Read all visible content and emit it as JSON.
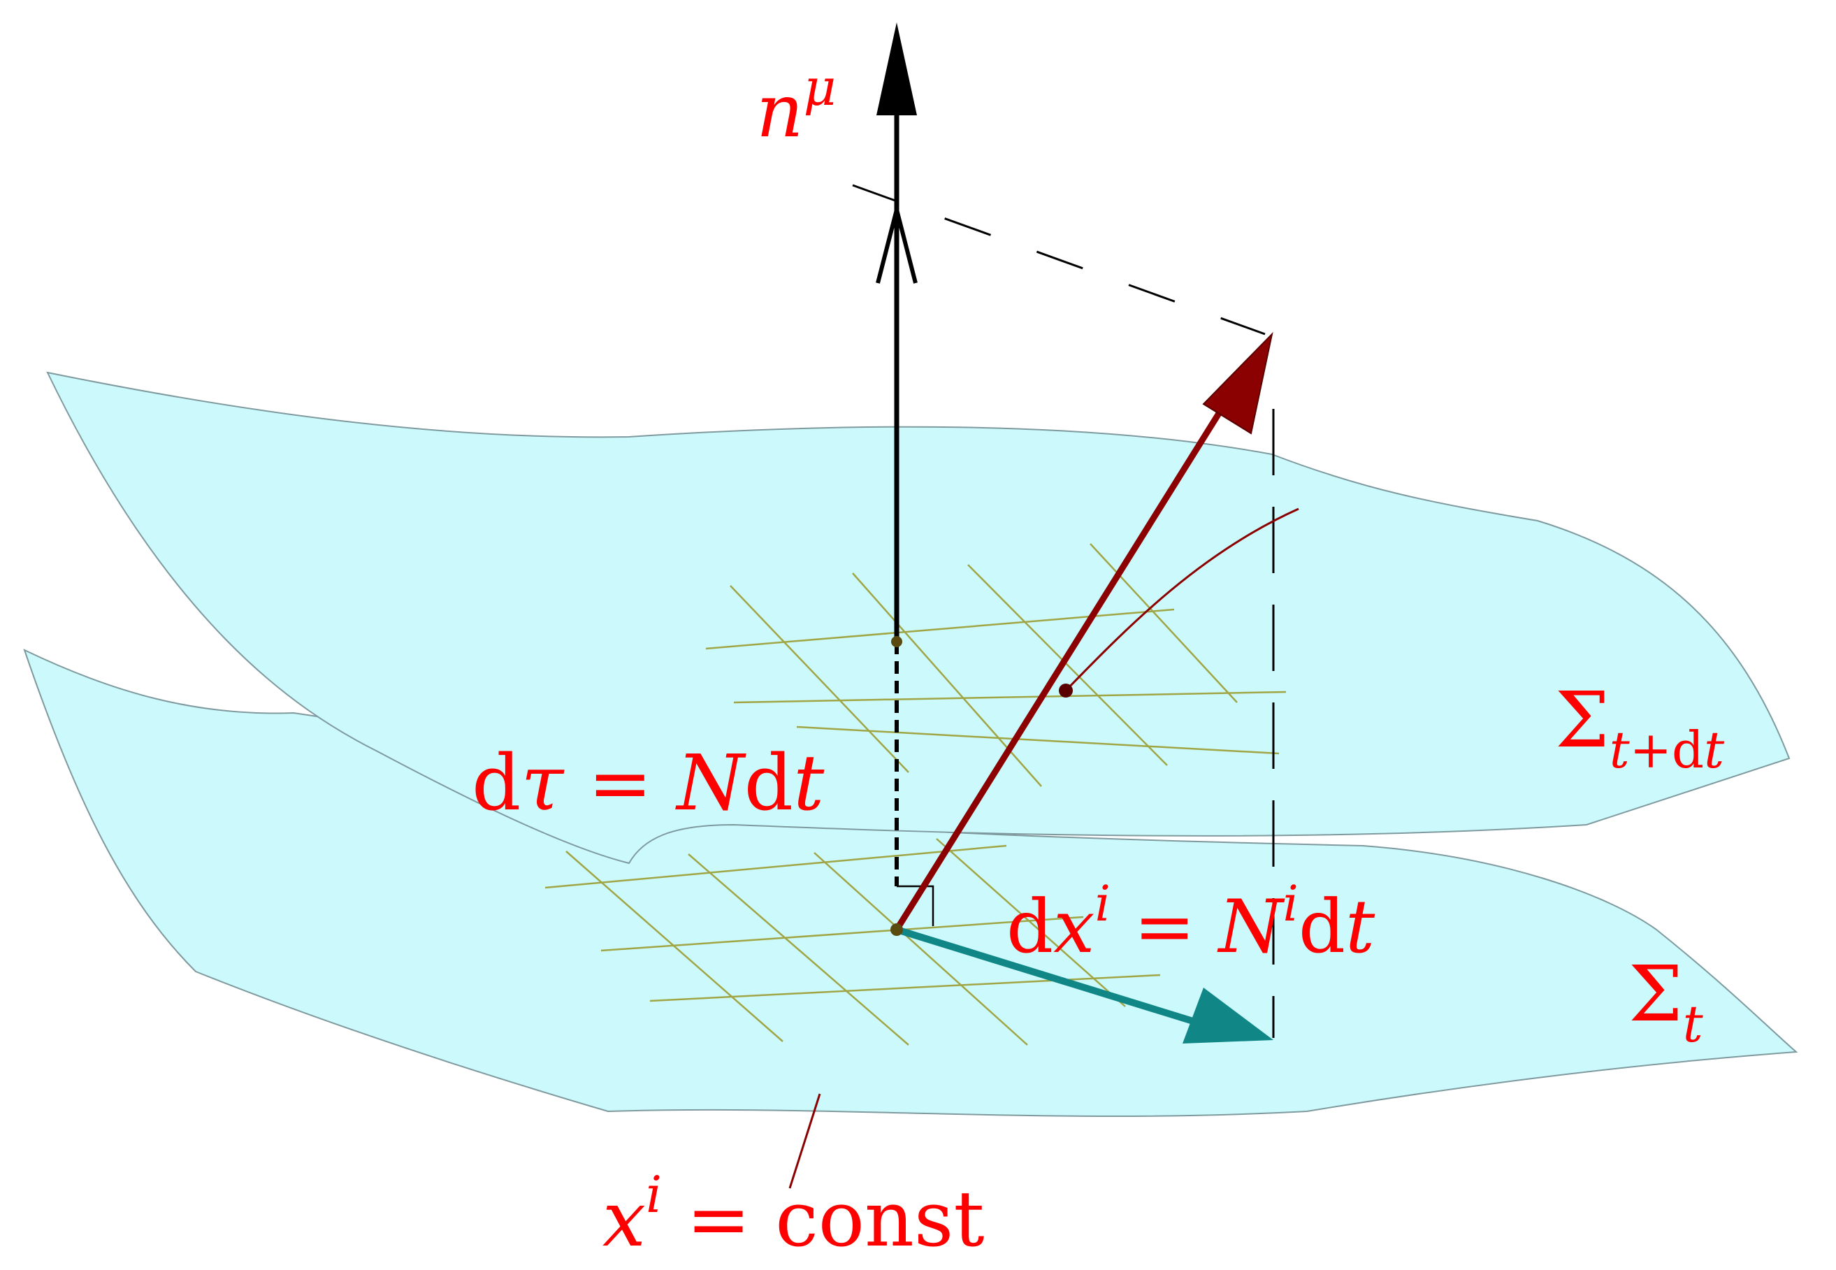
{
  "labels": {
    "normal_base": "n",
    "normal_sup": "μ",
    "dtau_d": "d",
    "dtau_tau": "τ",
    "dtau_eq": " = ",
    "dtau_N": "N",
    "dtau_dt": "d",
    "dtau_t": "t",
    "dx_d": "d",
    "dx_x": "x",
    "dx_sup": "i",
    "dx_eq": " = ",
    "dx_N": "N",
    "dx_Nsup": "i",
    "dx_dt": "d",
    "dx_t": "t",
    "sigma_upper_base": "Σ",
    "sigma_upper_sub_t": "t",
    "sigma_upper_sub_plus": "+",
    "sigma_upper_sub_d": "d",
    "sigma_upper_sub_t2": "t",
    "sigma_lower_base": "Σ",
    "sigma_lower_sub": "t",
    "coord_x": "x",
    "coord_sup": "i",
    "coord_eq": " = ",
    "coord_const": "const"
  },
  "colors": {
    "surface_fill": "#ccf9fb",
    "surface_stroke": "#7f9a9f",
    "grid": "#a0a645",
    "normal_arrow": "#000000",
    "time_vector": "#8b0000",
    "shift_vector": "#118686",
    "label": "#ff0000"
  }
}
